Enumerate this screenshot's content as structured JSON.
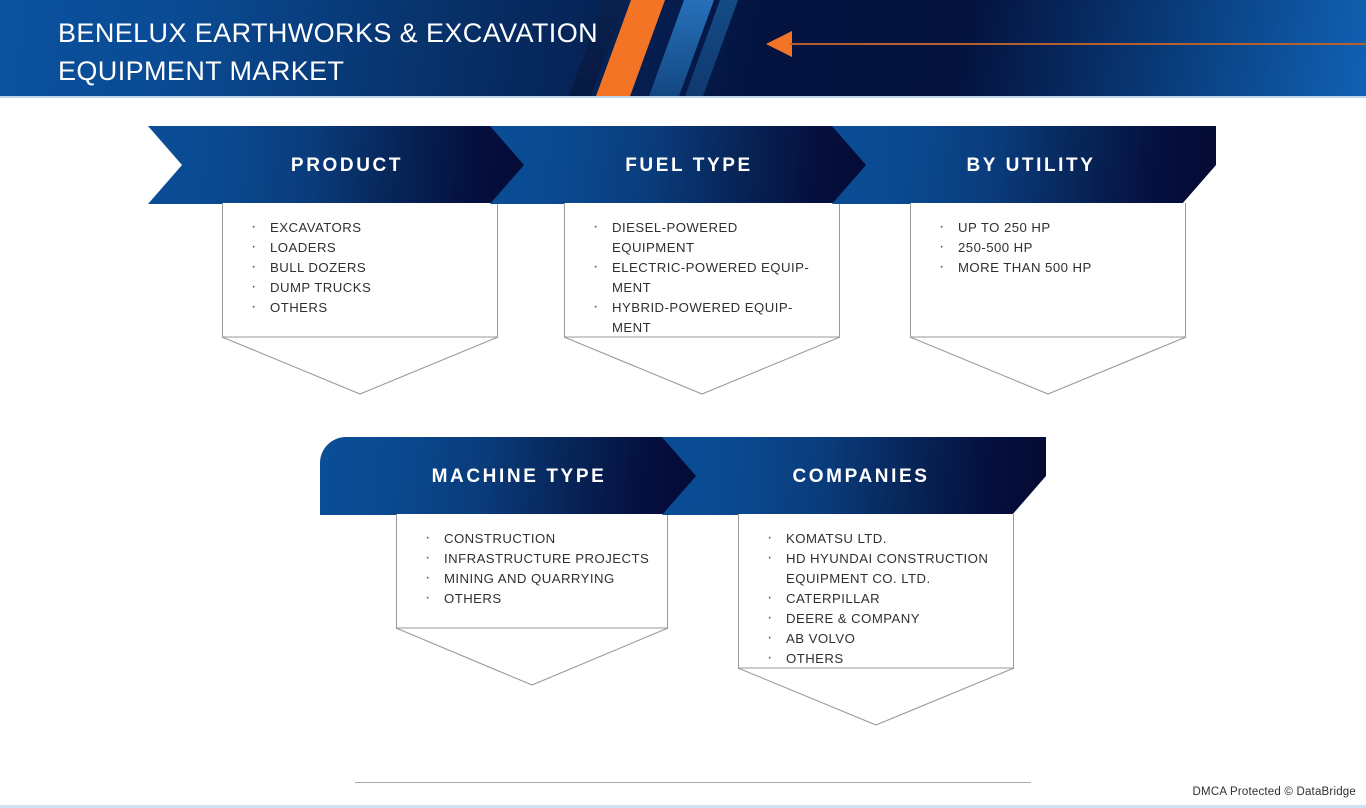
{
  "header": {
    "title": "BENELUX EARTHWORKS & EXCAVATION\nEQUIPMENT MARKET",
    "accent_orange": "#f47425",
    "gradient_from": "#0b52a0",
    "gradient_to": "#041340"
  },
  "theme": {
    "banner_gradient_from": "#0b4e96",
    "banner_gradient_to": "#040a33",
    "card_border": "#9a9a9a",
    "text_color": "#303030"
  },
  "groups": [
    {
      "id": "product",
      "title": "PRODUCT",
      "items": [
        "EXCAVATORS",
        "LOADERS",
        "BULL DOZERS",
        "DUMP TRUCKS",
        "OTHERS"
      ]
    },
    {
      "id": "fuel-type",
      "title": "FUEL TYPE",
      "items": [
        "DIESEL-POWERED EQUIPMENT",
        "ELECTRIC-POWERED EQUIP-MENT",
        "HYBRID-POWERED EQUIP-MENT"
      ]
    },
    {
      "id": "by-utility",
      "title": "BY UTILITY",
      "items": [
        "UP TO 250 HP",
        "250-500 HP",
        "MORE THAN 500 HP"
      ]
    },
    {
      "id": "machine-type",
      "title": "MACHINE TYPE",
      "items": [
        "CONSTRUCTION",
        "INFRASTRUCTURE PROJECTS",
        "MINING AND QUARRYING",
        "OTHERS"
      ]
    },
    {
      "id": "companies",
      "title": "COMPANIES",
      "items": [
        "KOMATSU LTD.",
        "HD HYUNDAI CONSTRUCTION EQUIPMENT CO. LTD.",
        "CATERPILLAR",
        "DEERE & COMPANY",
        "AB VOLVO",
        "OTHERS"
      ]
    }
  ],
  "footer": {
    "note": "DMCA Protected © DataBridge"
  }
}
